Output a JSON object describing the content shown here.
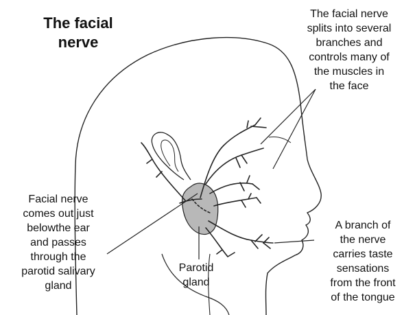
{
  "title": {
    "line1": "The facial",
    "line2": "nerve"
  },
  "labels": {
    "branches": [
      "The facial nerve",
      "splits into several",
      "branches and",
      "controls many of",
      "the muscles in",
      "the face"
    ],
    "exit": [
      "Facial nerve",
      "comes out just",
      "belowthe ear",
      "and passes",
      "through the",
      "parotid salivary",
      "gland"
    ],
    "gland": [
      "Parotid",
      "gland"
    ],
    "taste": [
      "A branch of",
      "the nerve",
      "carries taste",
      "sensations",
      "from the front",
      "of the tongue"
    ]
  },
  "colors": {
    "gland_fill": "#b8b8b8",
    "line": "#222222"
  }
}
